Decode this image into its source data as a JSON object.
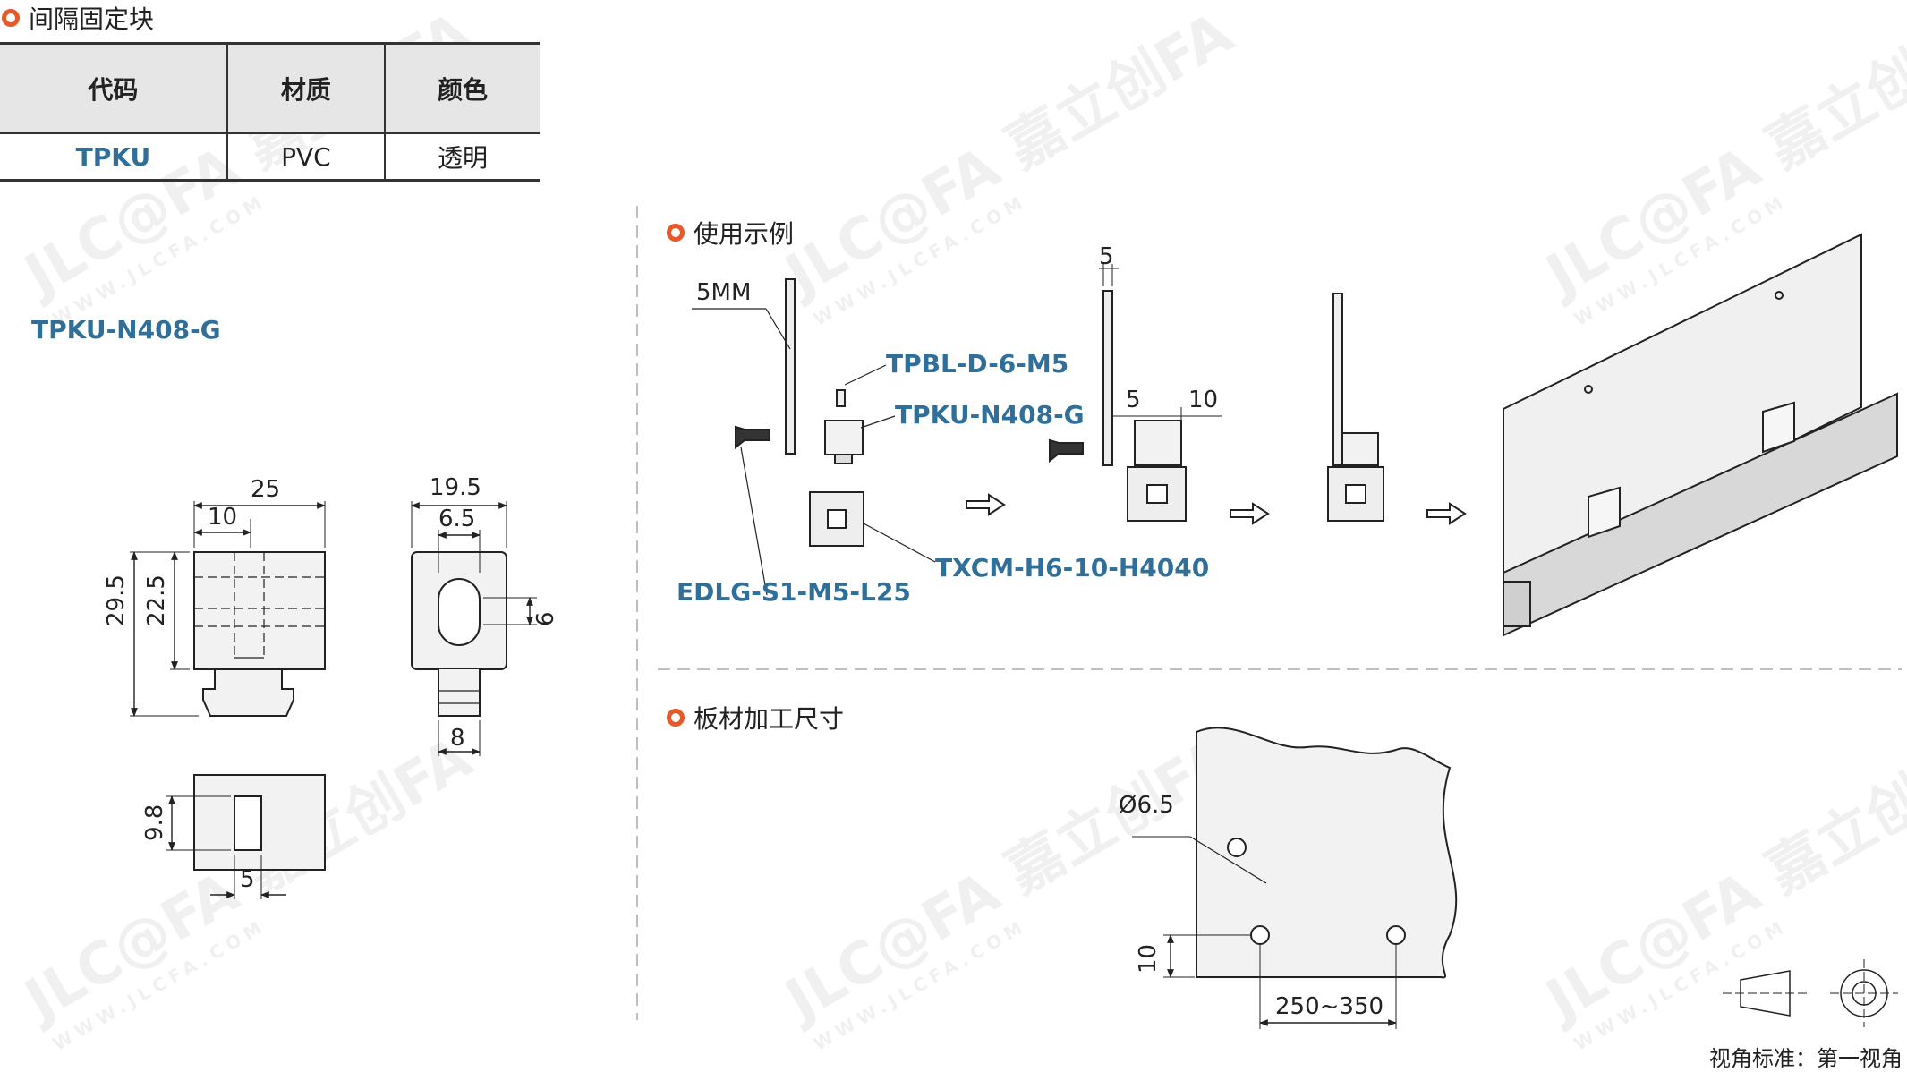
{
  "sections": {
    "spacer_block": "间隔固定块",
    "usage_example": "使用示例",
    "panel_dimensions": "板材加工尺寸"
  },
  "spec_table": {
    "headers": [
      "代码",
      "材质",
      "颜色"
    ],
    "row": {
      "code": "TPKU",
      "material": "PVC",
      "color": "透明"
    }
  },
  "part_number": "TPKU-N408-G",
  "drawing_dims": {
    "width": "25",
    "slot_offset": "10",
    "height_total": "29.5",
    "height_body": "22.5",
    "side_width": "19.5",
    "slot_width": "6.5",
    "slot_height": "6",
    "nut_width": "8",
    "top_slot_h": "9.8",
    "top_slot_w": "5"
  },
  "usage_labels": {
    "plate": "5MM",
    "nut": "TPBL-D-6-M5",
    "block": "TPKU-N408-G",
    "screw": "EDLG-S1-M5-L25",
    "profile": "TXCM-H6-10-H4040",
    "plate_thickness": "5",
    "gap_a": "5",
    "gap_b": "10"
  },
  "panel_dims": {
    "hole_dia": "Ø6.5",
    "edge_offset": "10",
    "hole_pitch": "250~350"
  },
  "watermark": {
    "brand": "JLC@FA 嘉立创FA",
    "url": "WWW.JLCFA.COM"
  },
  "view_standard": "视角标准：第一视角",
  "colors": {
    "accent": "#e45a2a",
    "code_blue": "#2f6f9a"
  }
}
